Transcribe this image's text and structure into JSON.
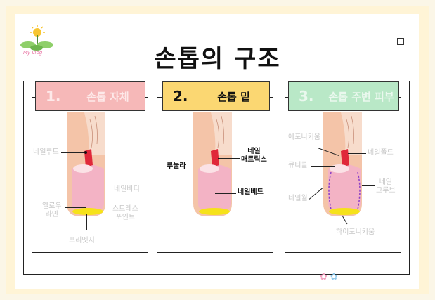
{
  "slide": {
    "title": "손톱의 구조",
    "logo_text": "My vlog"
  },
  "panels": [
    {
      "number": "1.",
      "header": "손톱 자체",
      "header_color": "#f6b8b8",
      "labels": {
        "nail_root": "네일루트",
        "nail_body": "네일바디",
        "yellow_line": "옐로우\n라인",
        "stress_point": "스트레스\n포인트",
        "free_edge": "프리엣지"
      }
    },
    {
      "number": "2.",
      "header": "손톱 밑",
      "header_color": "#fbd772",
      "labels": {
        "lunula": "루눌라",
        "nail_matrix": "네일\n매트릭스",
        "nail_bed": "네일베드"
      }
    },
    {
      "number": "3.",
      "header": "손톱 주변 피부",
      "header_color": "#b9e8c7",
      "labels": {
        "eponychium": "에포니키움",
        "cuticle": "큐티클",
        "nail_fold": "네일폴드",
        "nail_wall": "네일월",
        "nail_groove": "네일\n그루브",
        "hyponychium": "하이포니키움"
      }
    }
  ],
  "colors": {
    "skin": "#f4c4a8",
    "nail": "#f3b3c5",
    "matrix": "#e0283a",
    "yellow": "#f6e21a",
    "groove": "#8b3fc7"
  }
}
